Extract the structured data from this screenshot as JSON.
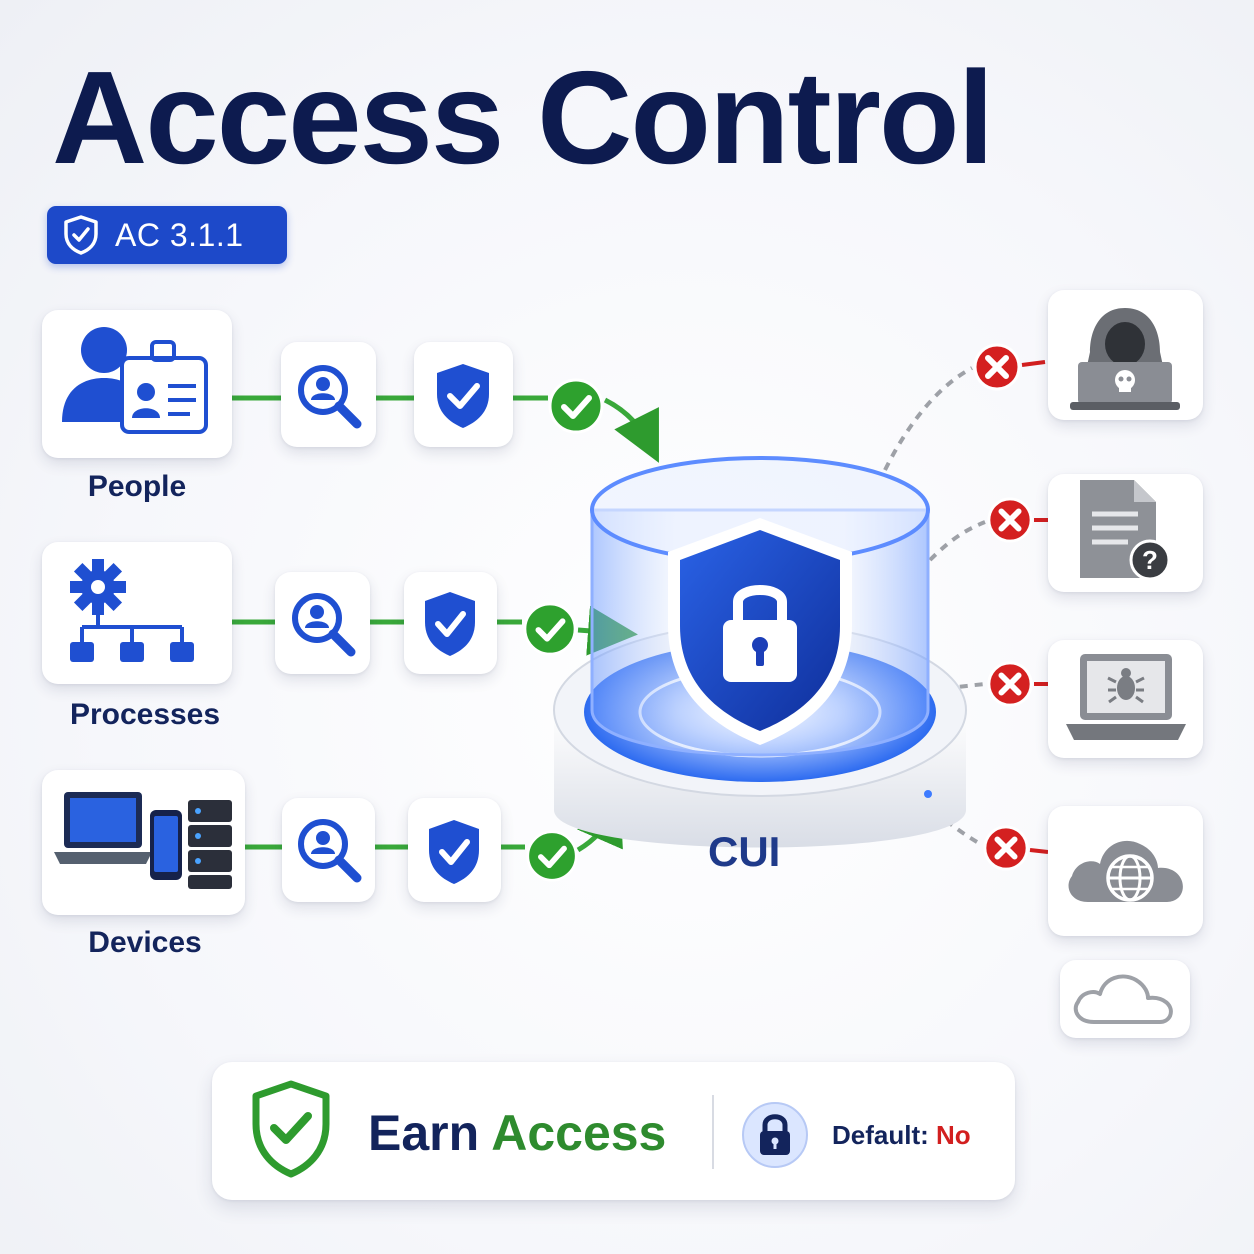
{
  "title": "Access Control",
  "badge": {
    "label": "AC 3.1.1",
    "icon": "shield-check-icon"
  },
  "sources": [
    {
      "label": "People",
      "icon": "person-id-badge-icon"
    },
    {
      "label": "Processes",
      "icon": "gear-workflow-icon"
    },
    {
      "label": "Devices",
      "icon": "laptop-phone-server-icon"
    }
  ],
  "verification_steps": [
    {
      "icon": "identity-search-icon"
    },
    {
      "icon": "shield-check-icon"
    },
    {
      "icon": "check-circle-icon"
    }
  ],
  "center": {
    "label": "CUI",
    "icon": "shield-lock-icon"
  },
  "blocked": [
    {
      "icon": "hooded-hacker-icon",
      "status_icon": "red-x-icon"
    },
    {
      "icon": "unknown-document-icon",
      "status_icon": "red-x-icon"
    },
    {
      "icon": "infected-laptop-icon",
      "status_icon": "red-x-icon"
    },
    {
      "icon": "unknown-cloud-icon",
      "status_icon": "red-x-icon"
    },
    {
      "icon": "cloud-icon"
    }
  ],
  "footer": {
    "earn_word1": "Earn",
    "earn_word2": "Access",
    "default_key": "Default:",
    "default_value": "No"
  },
  "colors": {
    "navy": "#0d1b4f",
    "blue": "#1d49c9",
    "green": "#2e9b2e",
    "red": "#d21f1f",
    "gray": "#8a8d94"
  }
}
